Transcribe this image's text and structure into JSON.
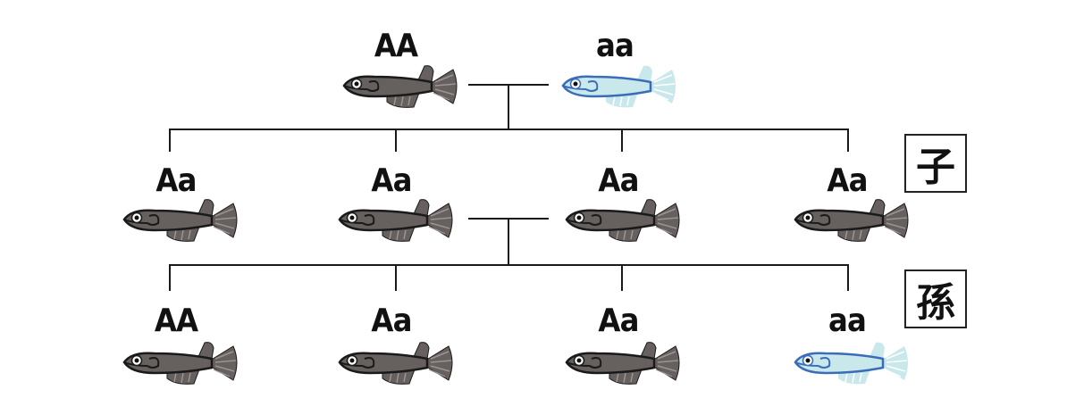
{
  "colors": {
    "dominant_body": "#66605e",
    "dominant_outline": "#1a1a1a",
    "recessive_body": "#c9e8ec",
    "recessive_outline": "#3a6cb8"
  },
  "generations": [
    {
      "name": "parents",
      "individuals": [
        {
          "genotype": "AA",
          "phenotype": "dark"
        },
        {
          "genotype": "aa",
          "phenotype": "light"
        }
      ]
    },
    {
      "name": "children",
      "marker": "子",
      "individuals": [
        {
          "genotype": "Aa",
          "phenotype": "dark"
        },
        {
          "genotype": "Aa",
          "phenotype": "dark"
        },
        {
          "genotype": "Aa",
          "phenotype": "dark"
        },
        {
          "genotype": "Aa",
          "phenotype": "dark"
        }
      ]
    },
    {
      "name": "grandchildren",
      "marker": "孫",
      "individuals": [
        {
          "genotype": "AA",
          "phenotype": "dark"
        },
        {
          "genotype": "Aa",
          "phenotype": "dark"
        },
        {
          "genotype": "Aa",
          "phenotype": "dark"
        },
        {
          "genotype": "aa",
          "phenotype": "light"
        }
      ]
    }
  ]
}
